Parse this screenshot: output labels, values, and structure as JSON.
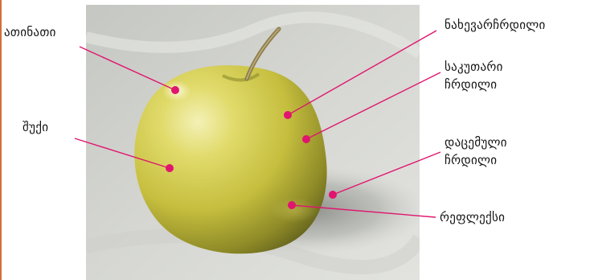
{
  "colors": {
    "accent": "#e0156f",
    "rule": "#d26e3c"
  },
  "labels": {
    "highlight": "ათინათი",
    "light": "შუქი",
    "halftone": "ნახევარჩრდილი",
    "own_shadow": [
      "საკუთარი",
      "ჩრდილი"
    ],
    "cast_shadow": [
      "დაცემული",
      "ჩრდილი"
    ],
    "reflex": "რეფლექსი"
  }
}
